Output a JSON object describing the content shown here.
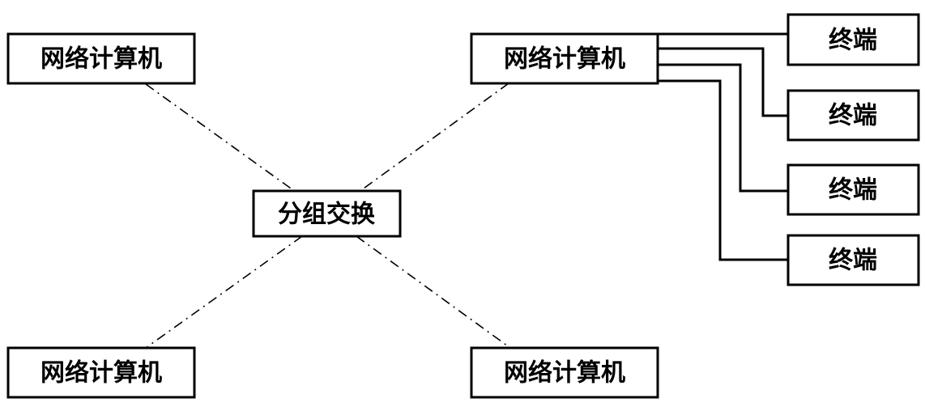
{
  "nodes": {
    "computer_top_left": "网络计算机",
    "computer_top_right": "网络计算机",
    "computer_bottom_left": "网络计算机",
    "computer_bottom_right": "网络计算机",
    "packet_switch": "分组交换",
    "terminal_1": "终端",
    "terminal_2": "终端",
    "terminal_3": "终端",
    "terminal_4": "终端"
  }
}
